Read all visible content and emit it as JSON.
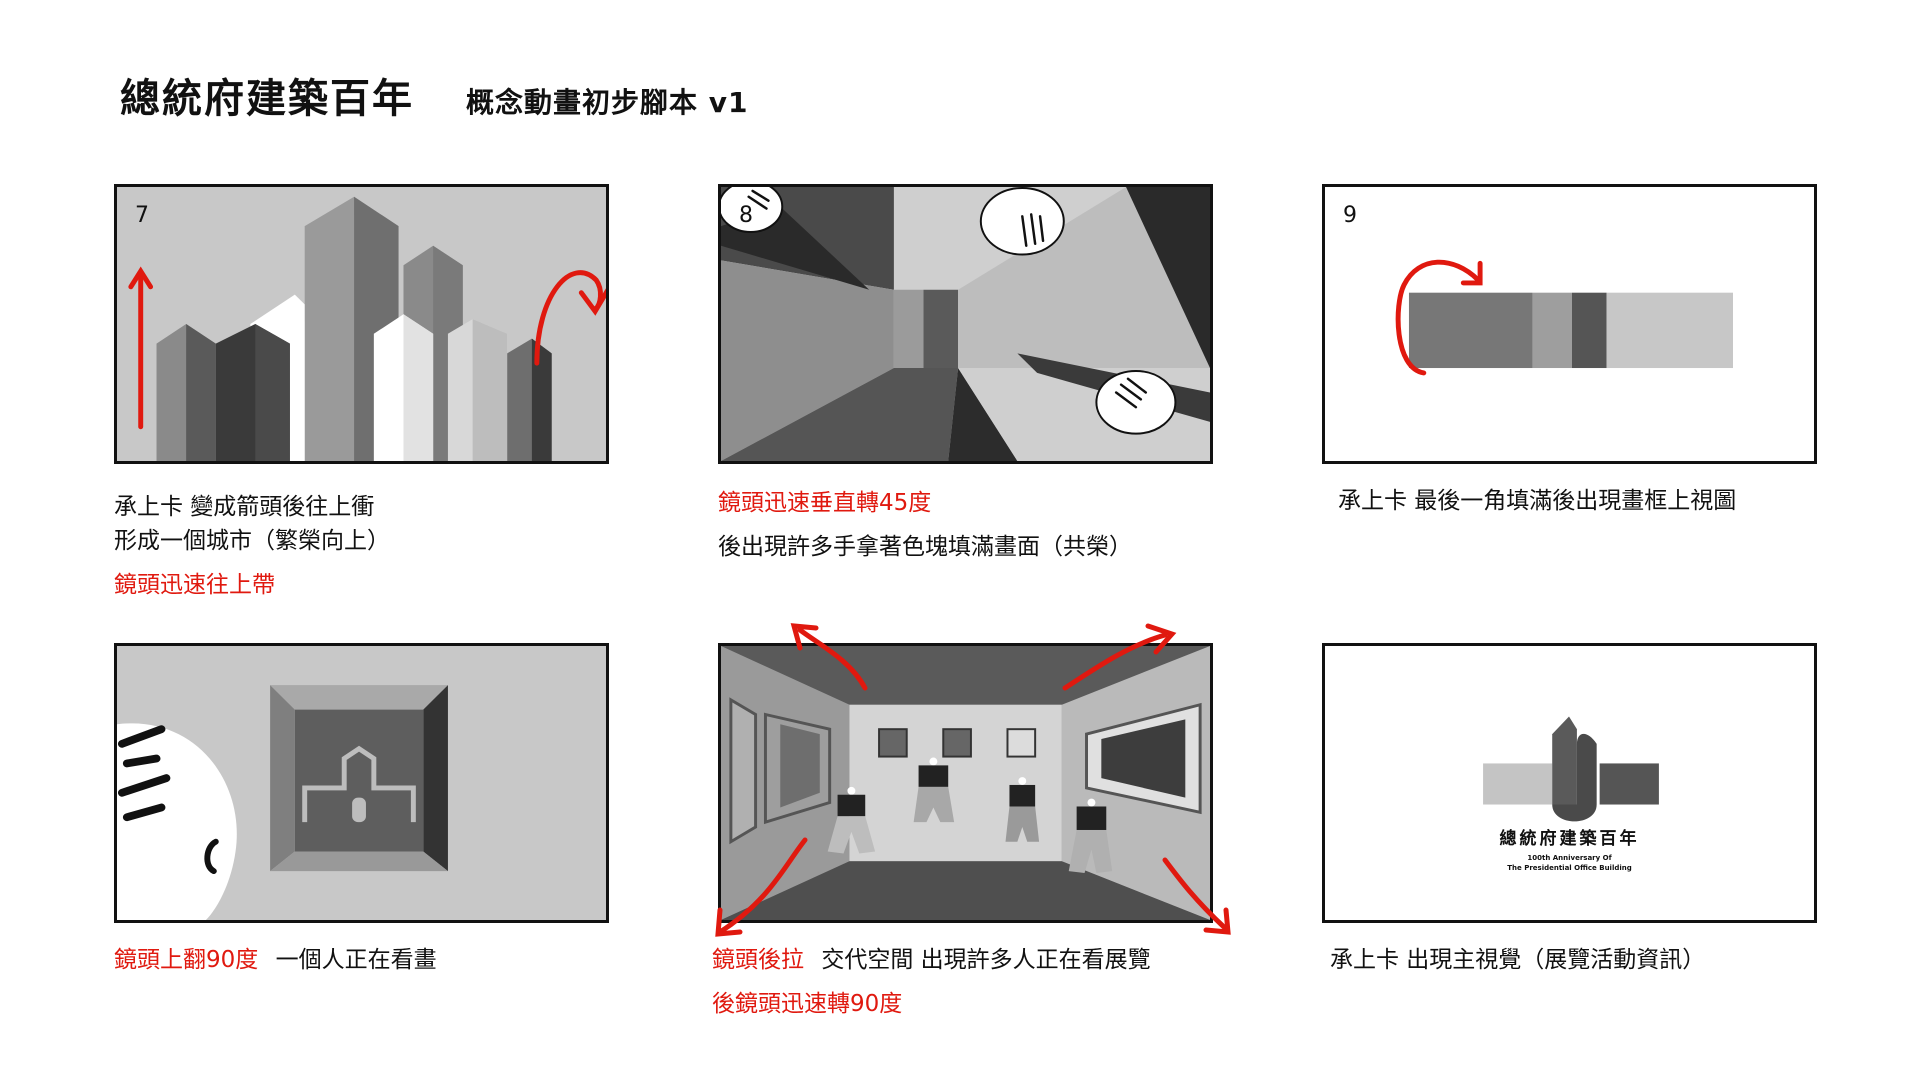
{
  "header": {
    "title": "總統府建築百年",
    "subtitle": "概念動畫初步腳本 v1"
  },
  "panels": [
    {
      "number": "7",
      "caption": [
        "承上卡 變成箭頭後往上衝",
        "形成一個城市（繁榮向上）"
      ],
      "caption_red": "鏡頭迅速往上帶"
    },
    {
      "number": "8",
      "caption_red": "鏡頭迅速垂直轉45度",
      "caption": [
        "後出現許多手拿著色塊填滿畫面（共榮）"
      ]
    },
    {
      "number": "9",
      "caption": [
        "承上卡 最後一角填滿後出現畫框上視圖"
      ]
    },
    {
      "caption_red": "鏡頭上翻90度",
      "caption_inline": "一個人正在看畫"
    },
    {
      "caption_red": "鏡頭後拉",
      "caption_inline": "交代空間 出現許多人正在看展覽",
      "caption_red2": "後鏡頭迅速轉90度"
    },
    {
      "caption": [
        "承上卡 出現主視覺（展覽活動資訊）"
      ],
      "logo_title": "總統府建築百年",
      "logo_line1": "100th Anniversary Of",
      "logo_line2": "The Presidential Office Building"
    }
  ],
  "colors": {
    "accent_red": "#e0190f",
    "frame_border": "#111111"
  }
}
